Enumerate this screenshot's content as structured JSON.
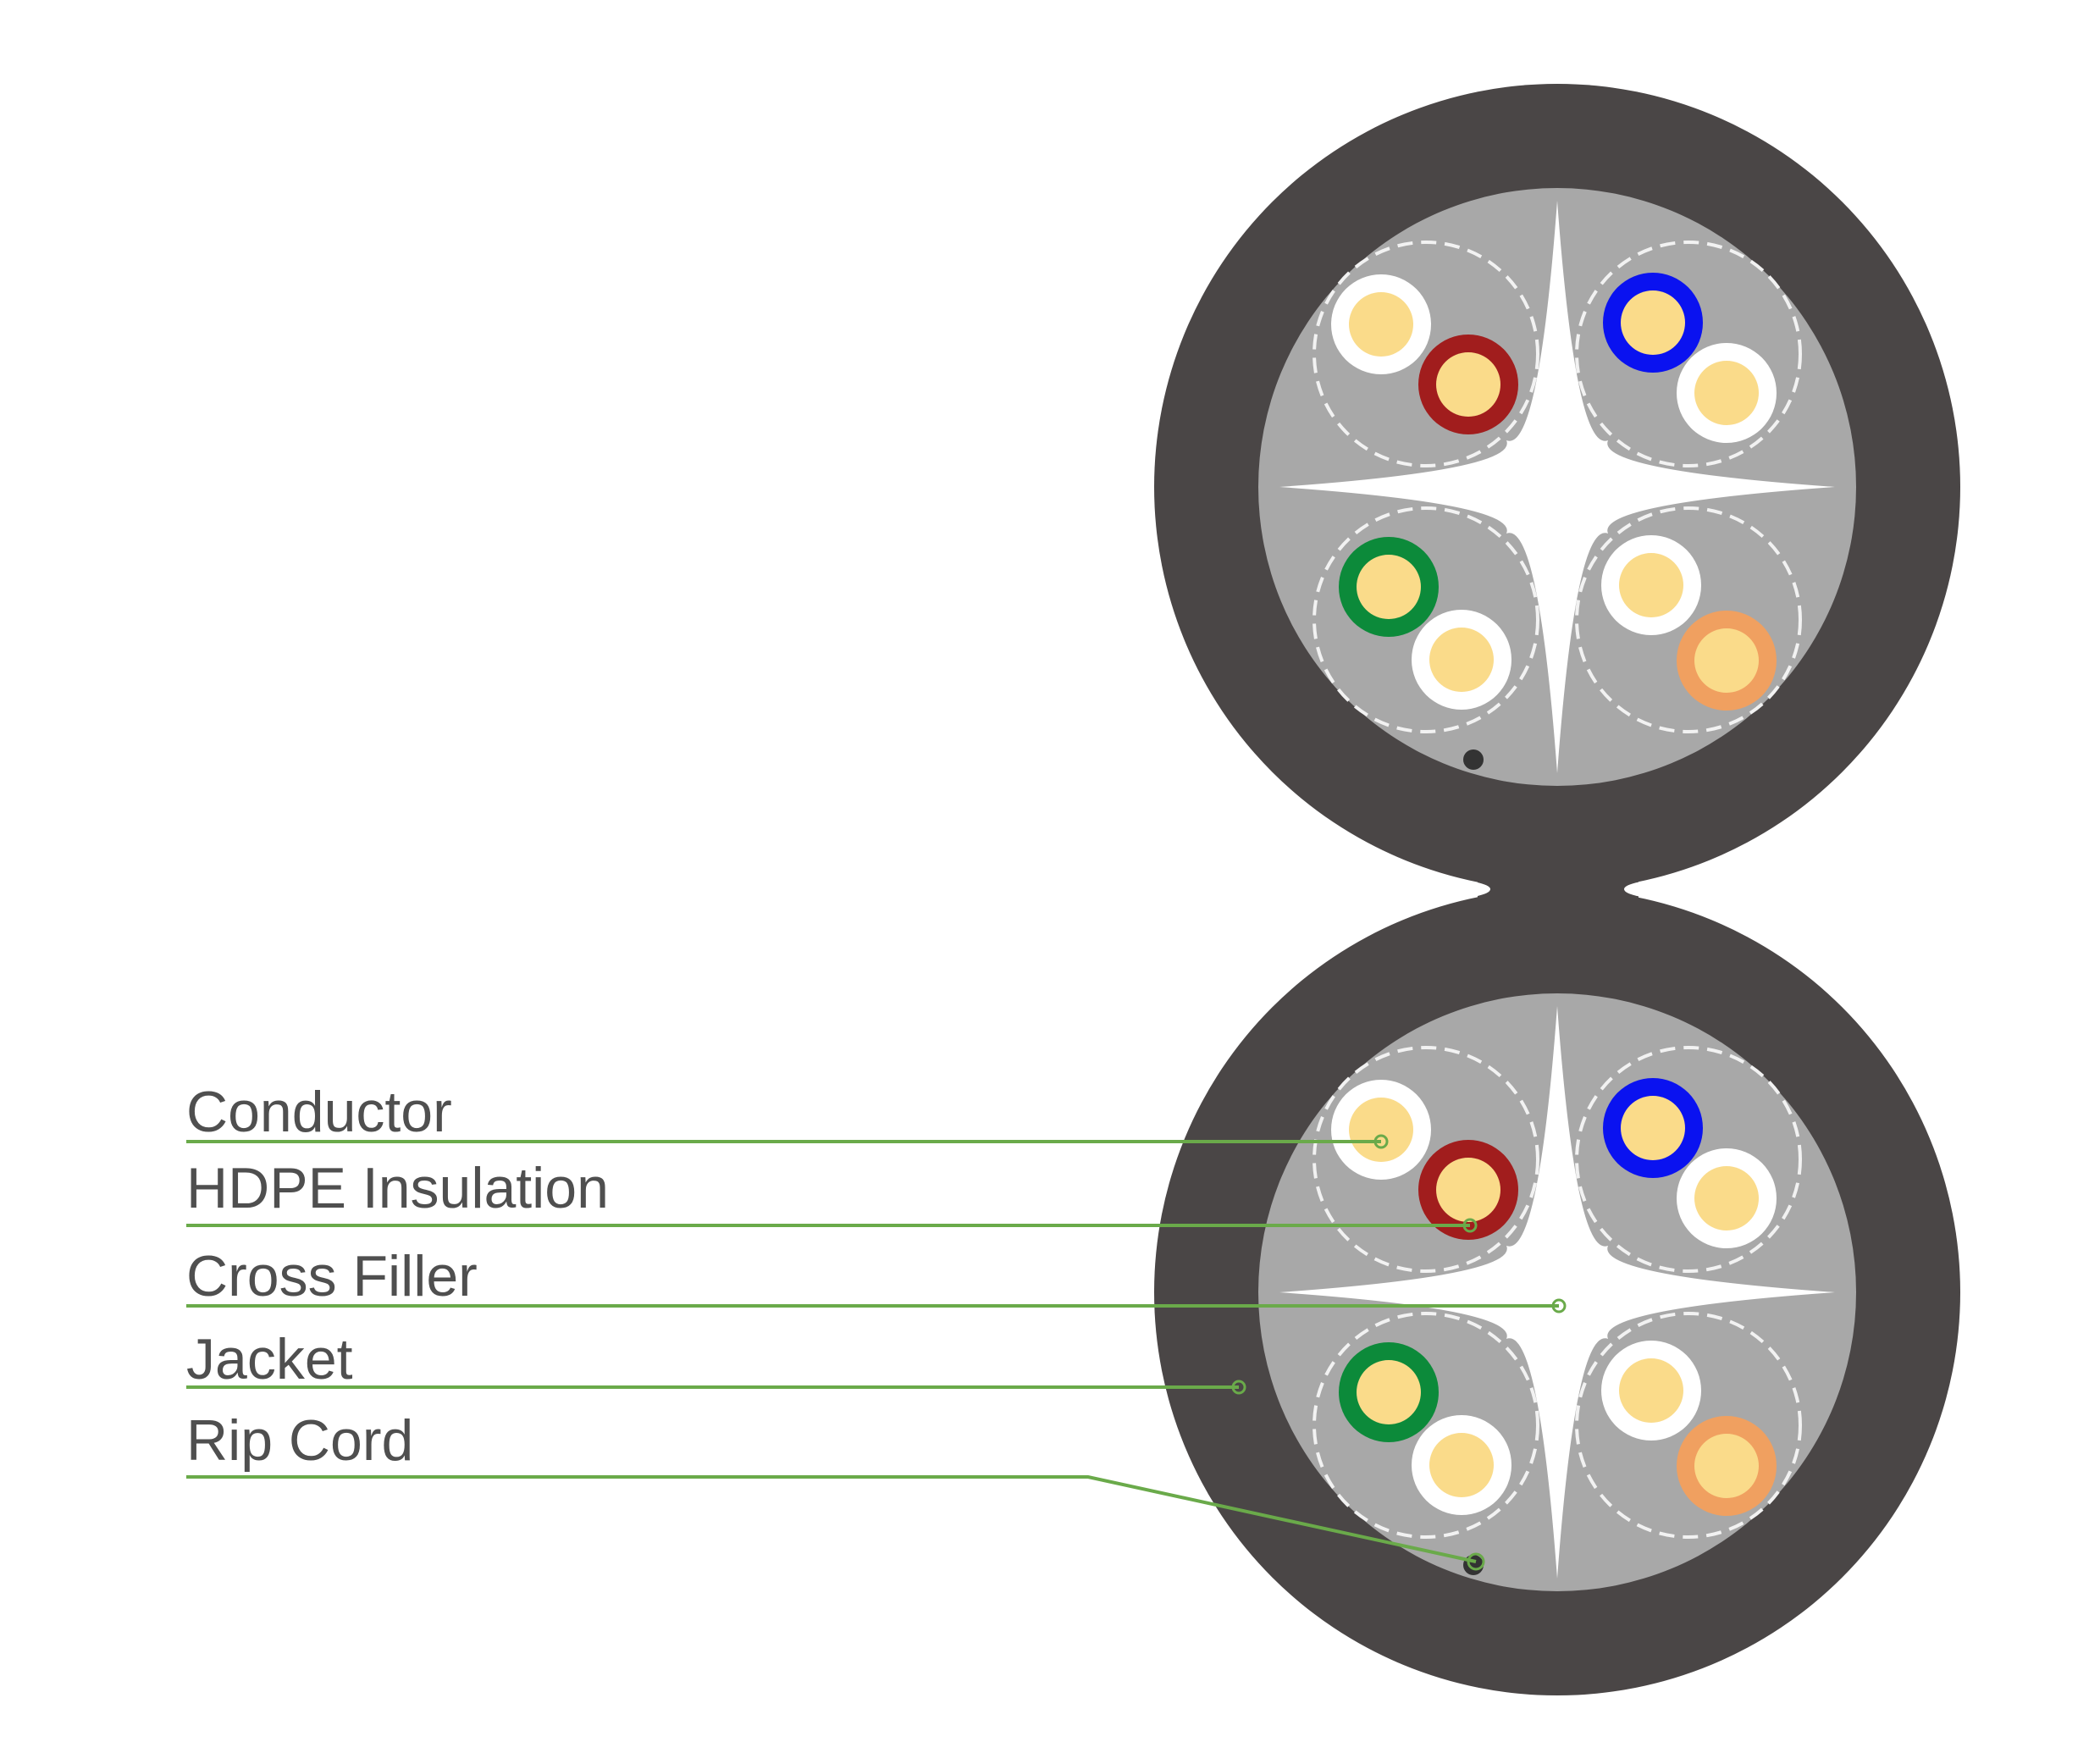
{
  "labels": {
    "conductor": "Conductor",
    "insulation": "HDPE Insulation",
    "cross_filler": "Cross Filler",
    "jacket": "Jacket",
    "rip_cord": "Rip Cord"
  },
  "colors": {
    "jacket": "#4a4646",
    "core": "#a8a8a8",
    "conductor": "#fadb8a",
    "pairs": [
      "#a11d1d",
      "#0a12f0",
      "#0c8a3a",
      "#f0a060"
    ],
    "leader": "#6aaa4a"
  }
}
